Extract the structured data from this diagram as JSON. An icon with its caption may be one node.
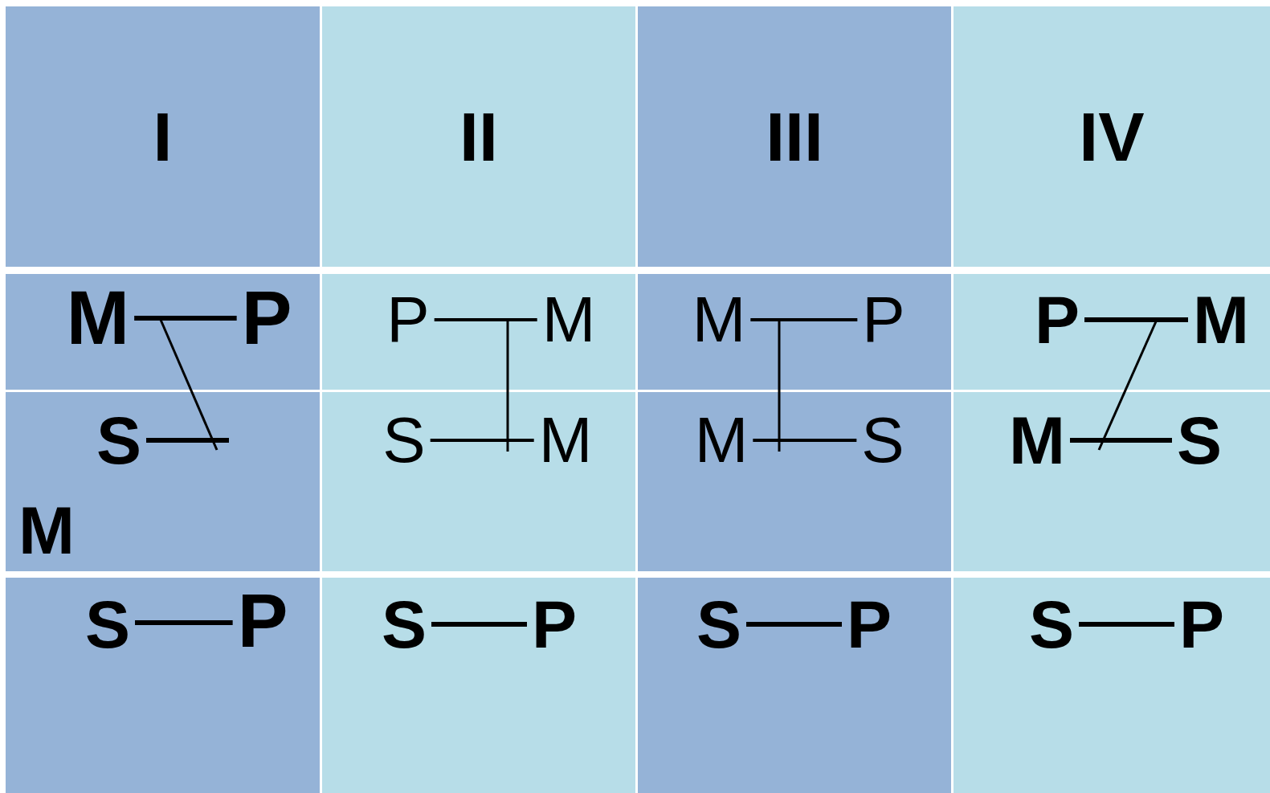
{
  "diagram": {
    "nodes": [
      {
        "text": [
          "I"
        ]
      },
      {
        "text": [
          "II"
        ]
      },
      {
        "text": [
          "III"
        ]
      },
      {
        "text": [
          "IV"
        ]
      },
      {
        "text": [],
        "shape": "box"
      },
      {
        "text": [
          "M"
        ],
        "in": 4
      },
      {
        "text": [
          "P"
        ],
        "in": 4
      },
      {
        "text": [],
        "shape": "box"
      },
      {
        "text": [
          "P"
        ],
        "in": 7
      },
      {
        "text": [
          "M"
        ],
        "in": 7
      },
      {
        "text": [],
        "shape": "box"
      },
      {
        "text": [
          "M"
        ],
        "in": 10
      },
      {
        "text": [
          "P"
        ],
        "in": 10
      },
      {
        "text": [],
        "shape": "box"
      },
      {
        "text": [
          "P"
        ],
        "in": 13
      },
      {
        "text": [
          "M"
        ],
        "in": 13
      },
      {
        "text": [],
        "shape": "box"
      },
      {
        "text": [
          "S"
        ],
        "in": 16
      },
      {
        "text": [
          "M"
        ],
        "in": 16
      },
      {
        "text": [],
        "shape": "box"
      },
      {
        "text": [
          "S"
        ],
        "in": 19
      },
      {
        "text": [
          "M"
        ],
        "in": 19
      },
      {
        "text": [],
        "shape": "box"
      },
      {
        "text": [
          "M"
        ],
        "in": 22
      },
      {
        "text": [
          "S"
        ],
        "in": 22
      },
      {
        "text": [],
        "shape": "box"
      },
      {
        "text": [
          "M"
        ],
        "in": 25
      },
      {
        "text": [
          "S"
        ],
        "in": 25
      },
      {
        "text": [],
        "shape": "box"
      },
      {
        "text": [
          "S"
        ],
        "in": 28
      },
      {
        "text": [
          "P"
        ],
        "in": 28
      },
      {
        "text": [],
        "shape": "box"
      },
      {
        "text": [
          "S"
        ],
        "in": 31
      },
      {
        "text": [
          "P"
        ],
        "in": 31
      },
      {
        "text": [],
        "shape": "box"
      },
      {
        "text": [
          "S"
        ],
        "in": 34
      },
      {
        "text": [
          "P"
        ],
        "in": 34
      },
      {
        "text": [],
        "shape": "box"
      },
      {
        "text": [
          "S"
        ],
        "in": 37
      },
      {
        "text": [
          "P"
        ],
        "in": 37
      }
    ],
    "edges": [
      {
        "from": 5,
        "to": 6,
        "arrow": "none"
      },
      {
        "from": 8,
        "to": 9,
        "arrow": "none"
      },
      {
        "from": 11,
        "to": 12,
        "arrow": "none"
      },
      {
        "from": 14,
        "to": 15,
        "arrow": "none"
      },
      {
        "from": 17,
        "to": null,
        "arrow": "none"
      },
      {
        "from": 20,
        "to": 21,
        "arrow": "none"
      },
      {
        "from": 23,
        "to": 24,
        "arrow": "none"
      },
      {
        "from": 26,
        "to": 27,
        "arrow": "none"
      },
      {
        "from": 29,
        "to": 30,
        "arrow": "none"
      },
      {
        "from": 32,
        "to": 33,
        "arrow": "none"
      },
      {
        "from": 35,
        "to": 36,
        "arrow": "none"
      },
      {
        "from": 38,
        "to": 39,
        "arrow": "none"
      }
    ]
  }
}
